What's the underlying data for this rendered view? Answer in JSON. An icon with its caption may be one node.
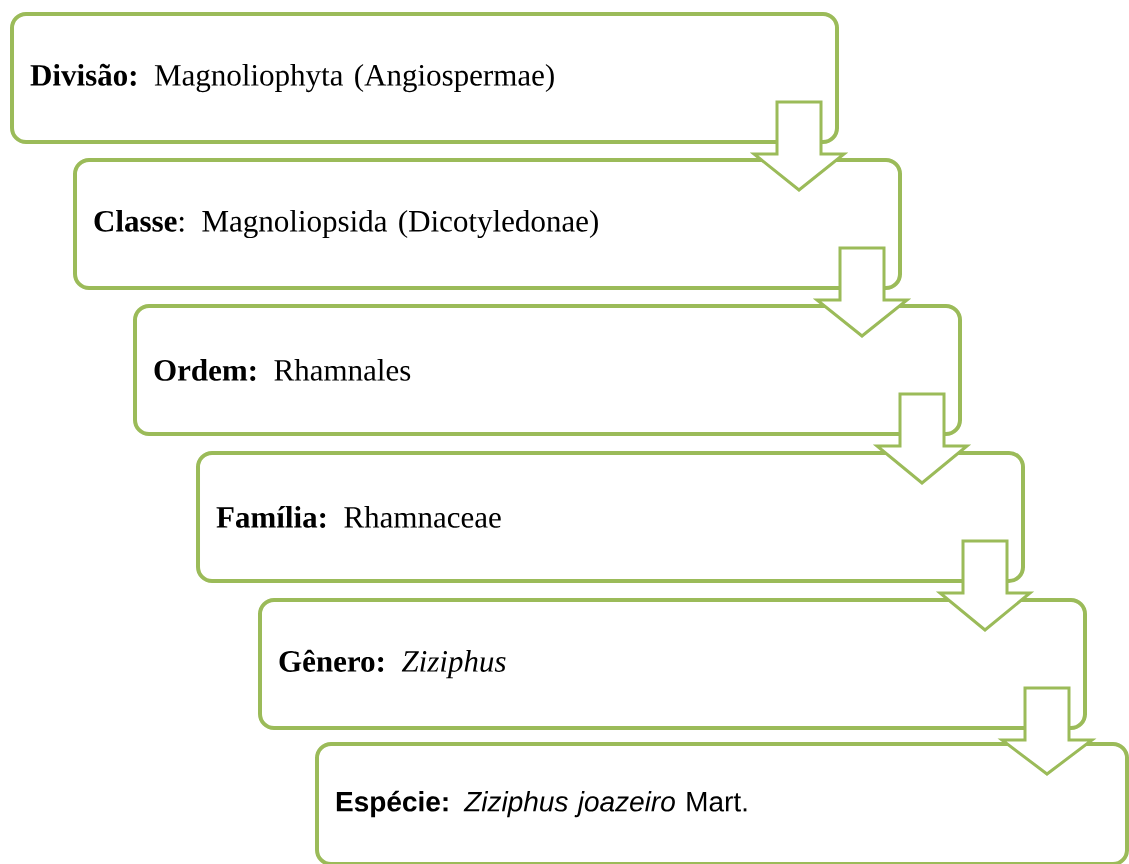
{
  "diagram": {
    "nodes": [
      {
        "text": [
          "**Divisão:** Magnoliophyta (Angiospermae)"
        ]
      },
      {
        "text": [
          "**Classe**: Magnoliopsida (Dicotyledonae)"
        ]
      },
      {
        "text": [
          "**Ordem:** Rhamnales"
        ]
      },
      {
        "text": [
          "**Família:** Rhamnaceae"
        ]
      },
      {
        "text": [
          "**Gênero:** *Ziziphus*"
        ]
      },
      {
        "text": [
          "**Espécie:** *Ziziphus joazeiro* Mart."
        ]
      }
    ],
    "edges": [
      {
        "from": 0,
        "to": 1,
        "arrow": "to"
      },
      {
        "from": 1,
        "to": 2,
        "arrow": "to"
      },
      {
        "from": 2,
        "to": 3,
        "arrow": "to"
      },
      {
        "from": 3,
        "to": 4,
        "arrow": "to"
      },
      {
        "from": 4,
        "to": 5,
        "arrow": "to"
      }
    ]
  }
}
